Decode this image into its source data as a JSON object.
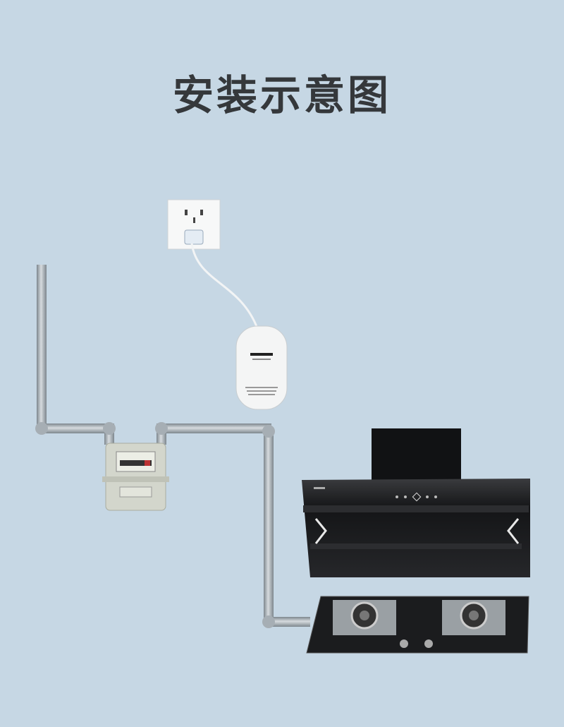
{
  "title": "安装示意图",
  "colors": {
    "background": "#c6d7e4",
    "title": "#35383b",
    "pipe": "#9aa3aa",
    "hood": "#1c1d1f",
    "detector": "#f4f5f5"
  },
  "components": [
    "wall-socket",
    "gas-detector",
    "gas-pipe",
    "gas-meter",
    "range-hood",
    "gas-cooktop"
  ]
}
